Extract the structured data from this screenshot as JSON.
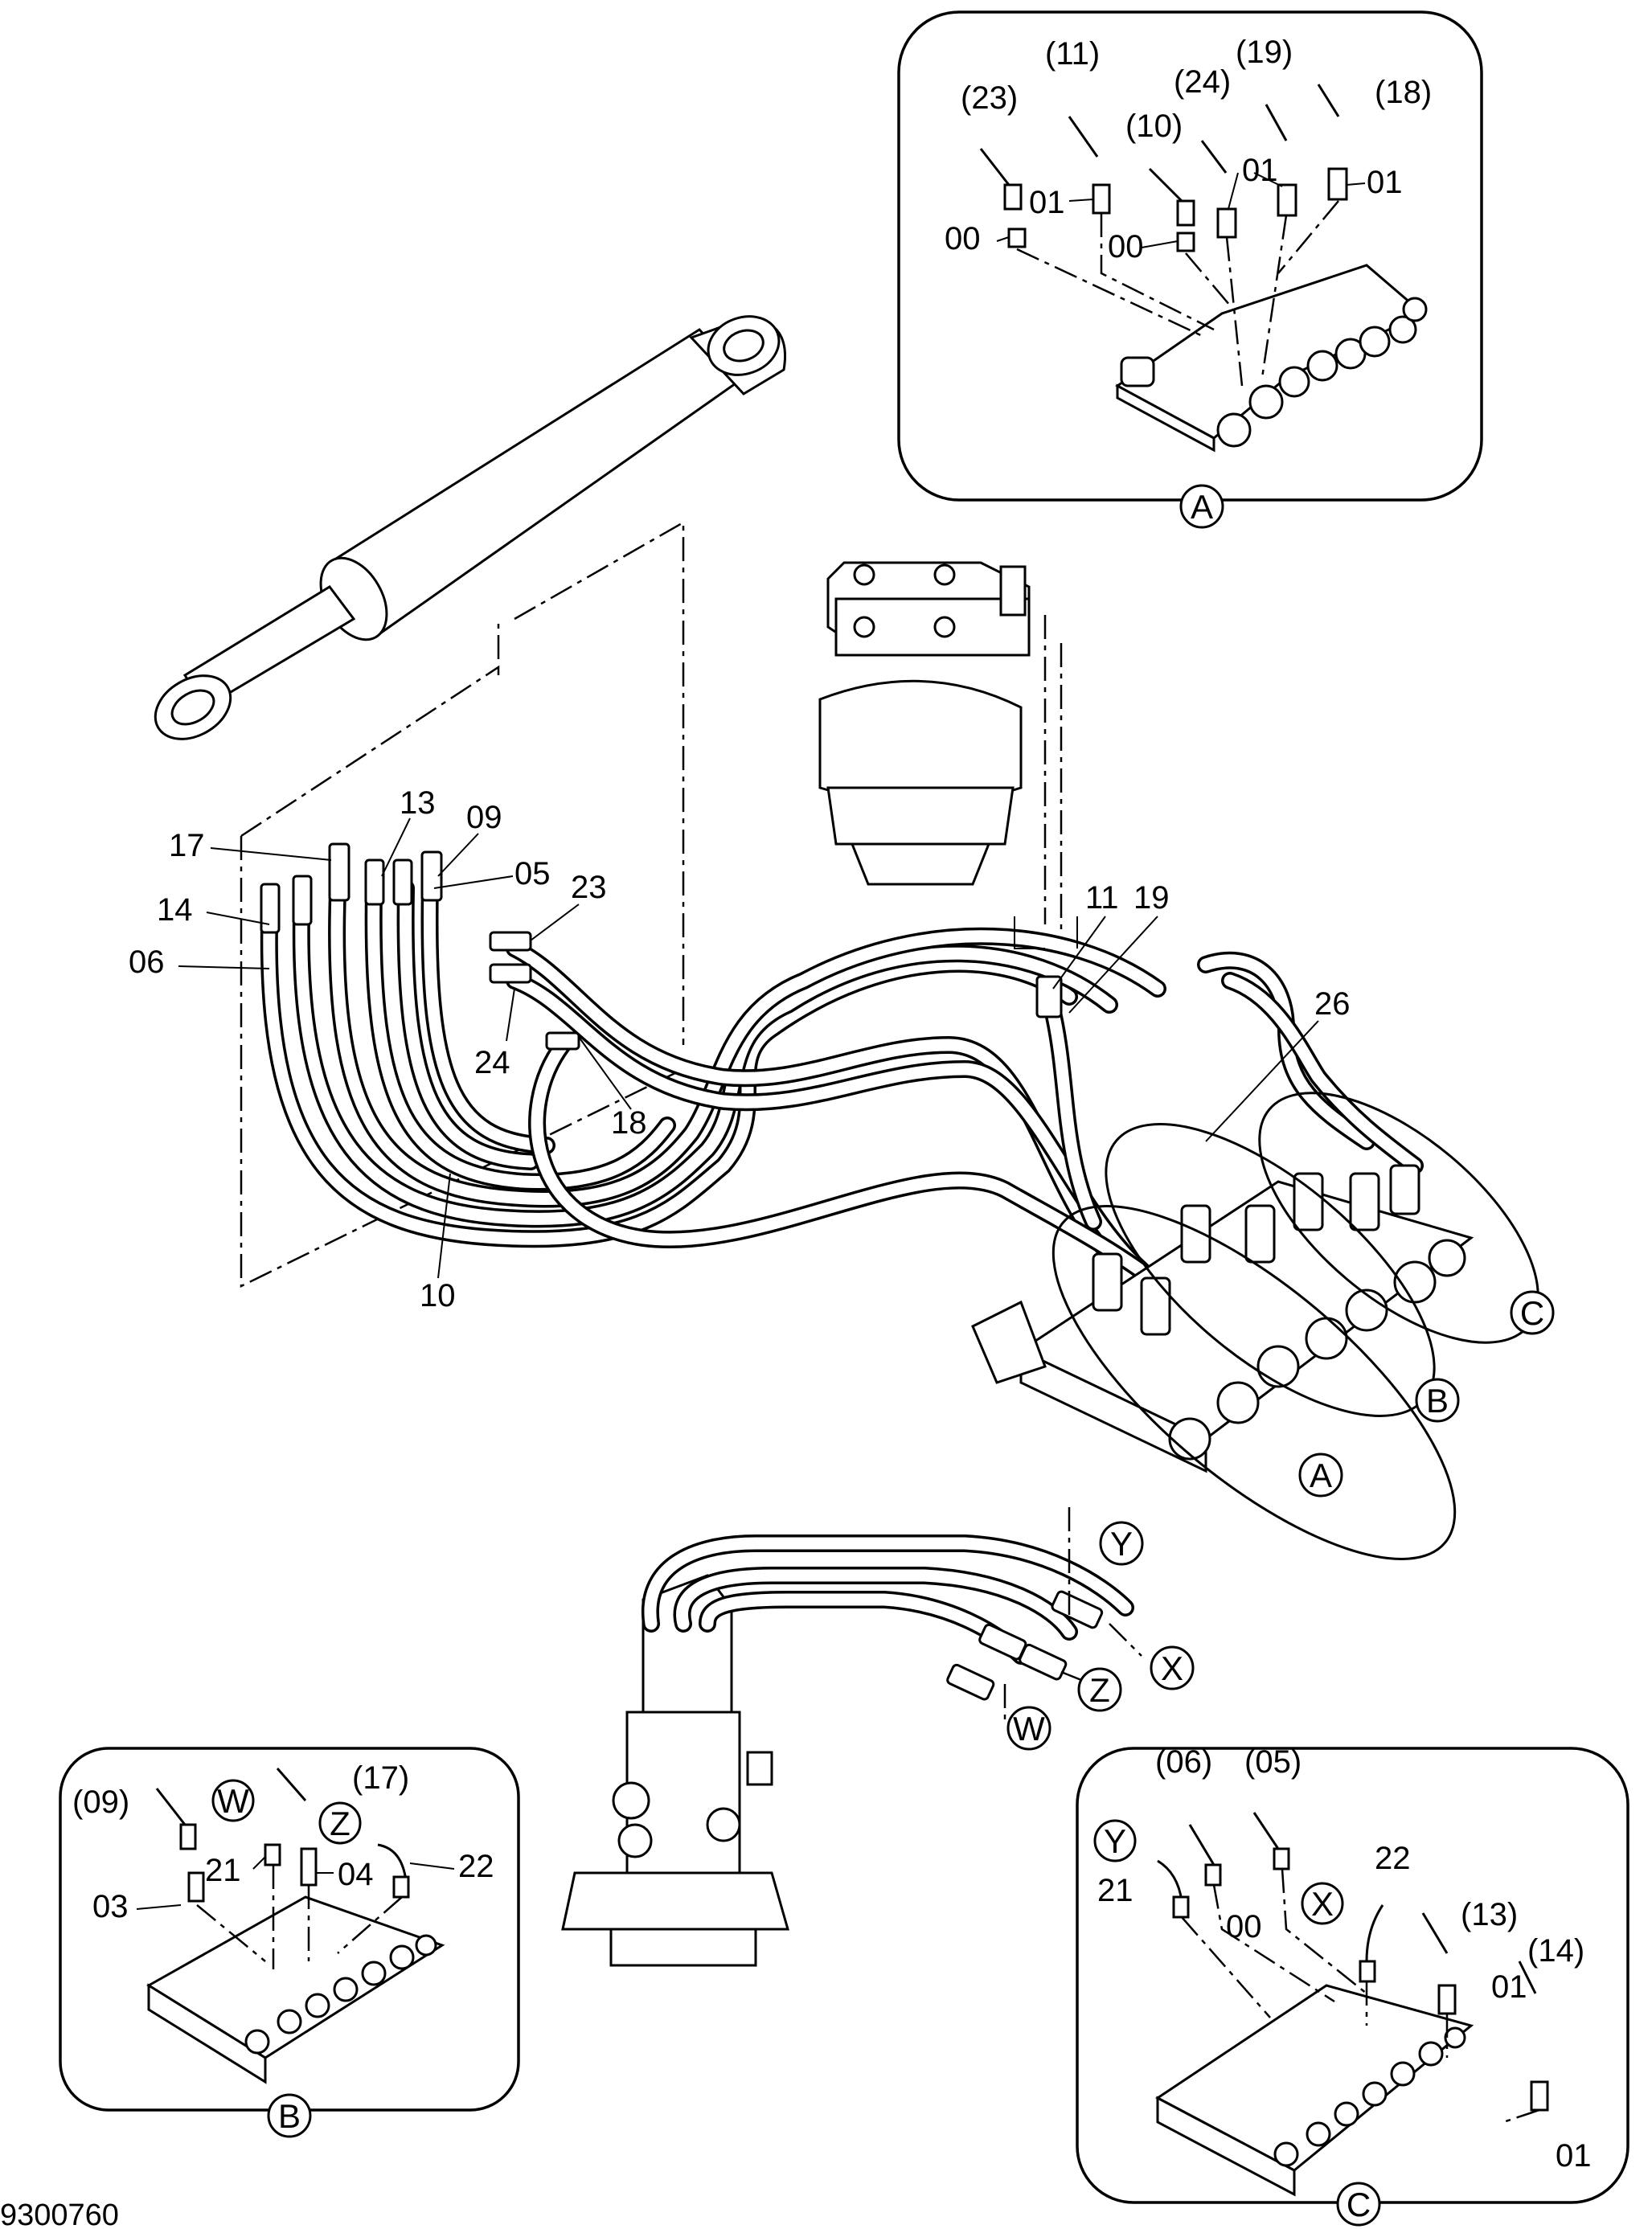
{
  "figure_number": "9300760",
  "main_labels": {
    "l17": "17",
    "l13": "13",
    "l09": "09",
    "l05": "05",
    "l14": "14",
    "l06": "06",
    "l23": "23",
    "l24": "24",
    "l18": "18",
    "l10": "10",
    "l11": "11",
    "l19": "19",
    "l26": "26"
  },
  "callouts": {
    "c_a1": "A",
    "c_a2": "A",
    "c_b1": "B",
    "c_b2": "B",
    "c_c1": "C",
    "c_c2": "C",
    "c_y": "Y",
    "c_x": "X",
    "c_z": "Z",
    "c_w": "W"
  },
  "detail_a": {
    "l23": "(23)",
    "l11": "(11)",
    "l24": "(24)",
    "l19": "(19)",
    "l10": "(10)",
    "l18": "(18)",
    "l01a": "01",
    "l01b": "01",
    "l01c": "01",
    "l00a": "00",
    "l00b": "00"
  },
  "detail_b": {
    "l09": "(09)",
    "l17": "(17)",
    "cw": "W",
    "cz": "Z",
    "l21": "21",
    "l04": "04",
    "l22": "22",
    "l03": "03"
  },
  "detail_c": {
    "l06": "(06)",
    "l05": "(05)",
    "cy": "Y",
    "cx": "X",
    "l21": "21",
    "l00": "00",
    "l22": "22",
    "l13": "(13)",
    "l14": "(14)",
    "l01a": "01",
    "l01b": "01"
  }
}
